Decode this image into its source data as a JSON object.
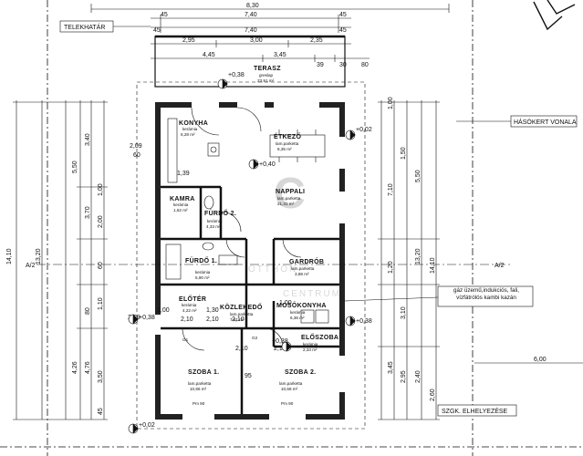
{
  "dimensions": {
    "top_total": "8,30",
    "top_row2": [
      "45",
      "7,40",
      "45"
    ],
    "top_row3": [
      "45",
      "7,40",
      "45"
    ],
    "top_row4": [
      "2,95",
      "3,00",
      "2,35"
    ],
    "top_row5": [
      "4,45",
      "3,45",
      "39",
      "30",
      "80"
    ],
    "left_total": "14,10",
    "left_col": [
      "13,20",
      "3,40",
      "3,70",
      "5,50",
      "1,00",
      "2,00",
      "60",
      "1,10",
      "80",
      "4,76",
      "4,26",
      "3,50",
      "45"
    ],
    "right_col": [
      "1,00",
      "1,50",
      "7,10",
      "5,50",
      "13,20",
      "1,20",
      "3,10",
      "3,45",
      "2,95",
      "2,40",
      "2,60"
    ],
    "right_total": "14,10",
    "right_outer": "6,00",
    "inner_marks": [
      "2,09",
      "60",
      "1,39",
      "2,19",
      "1,00",
      "2,10",
      "2,10",
      "95",
      "2,10",
      "2,10",
      "1,00",
      "1,30",
      "2,10"
    ]
  },
  "labels": {
    "telekhatar": "TELEKHATÁR",
    "hasokert": "HÁSÓKERT VONALA",
    "section_left": "A/2",
    "section_right": "A/2",
    "gas_note": "gáz üzemű,indukciós, fali, vízfátrólós kambi kazán",
    "szgk": "SZGK. ELHELYEZÉSE",
    "watermark_a": "OTTHON",
    "watermark_b": "CENTRUM"
  },
  "levels": [
    "+0,38",
    "+0,02",
    "+0,40",
    "+0,38",
    "+0,38",
    "+0,02",
    "+0,38"
  ],
  "rooms": [
    {
      "name": "TERASZ",
      "finish": "greslap",
      "area": "23,91 m²"
    },
    {
      "name": "KONYHA",
      "finish": "kerámia",
      "area": "6,28 m²"
    },
    {
      "name": "ÉTKEZŐ",
      "finish": "lam.parketta",
      "area": "8,35 m²"
    },
    {
      "name": "NAPPALI",
      "finish": "lam.parketta",
      "area": "21,31 m²"
    },
    {
      "name": "KAMRA",
      "finish": "kerámia",
      "area": "1,62 m²"
    },
    {
      "name": "FÜRDŐ 2.",
      "finish": "kerámia",
      "area": "4,33 m²"
    },
    {
      "name": "FÜRDŐ 1.",
      "finish": "kerámia",
      "area": "5,90 m²"
    },
    {
      "name": "GARDRÓB",
      "finish": "lam.parketta",
      "area": "3,88 m²"
    },
    {
      "name": "ELŐTÉR",
      "finish": "kerámia",
      "area": "4,22 m²"
    },
    {
      "name": "KÖZLEKEDŐ",
      "finish": "lam.parketta",
      "area": "7,81 m²"
    },
    {
      "name": "MOSÓKONYHA",
      "finish": "kerámia",
      "area": "6,36 m²"
    },
    {
      "name": "ELŐSZOBA",
      "finish": "kerámia",
      "area": "2,34 m²"
    },
    {
      "name": "SZOBA 1.",
      "finish": "lam.parketta",
      "area": "10,86 m²"
    },
    {
      "name": "SZOBA 2.",
      "finish": "lam.parketta",
      "area": "10,68 m²"
    }
  ],
  "window_marks": [
    "Pm 90",
    "Pm 90"
  ],
  "door_marks": [
    "G1",
    "G2"
  ]
}
